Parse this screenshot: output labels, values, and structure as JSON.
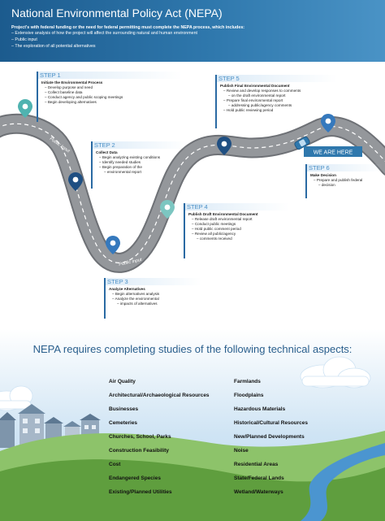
{
  "header": {
    "title": "National Environmental Policy Act (NEPA)",
    "intro": "Project's with federal funding or the need for federal permitting must complete the NEPA process, which includes:",
    "bullets": [
      "Extensive analysis of how the project will affect the surrounding natural and human environment",
      "Public input",
      "The exploration of all potential alternatives"
    ]
  },
  "road_labels": {
    "public_input_1": "Public Input",
    "public_input_2": "Public Input"
  },
  "we_are_here": "WE ARE HERE",
  "steps": [
    {
      "label": "STEP 1",
      "title": "Initiate the Environmental Process",
      "items": [
        "Develop purpose and need",
        "Collect baseline data",
        "Conduct agency and public scoping meetings",
        "Begin developing alternatives"
      ]
    },
    {
      "label": "STEP 2",
      "title": "Collect Data",
      "items": [
        "Begin analyzing existing conditions",
        "Identify needed studies",
        "Begin preparation of the",
        "environmental report"
      ]
    },
    {
      "label": "STEP 3",
      "title": "Analyze Alternatives",
      "items": [
        "Begin alternatives analysis",
        "Analyze the environmental",
        "impacts of alternatives"
      ]
    },
    {
      "label": "STEP 4",
      "title": "Publish Draft Environmental Document",
      "items": [
        "Release draft environmental report",
        "Conduct public meetings",
        "Hold public comment period",
        "Review all public/agency",
        "comments received"
      ]
    },
    {
      "label": "STEP 5",
      "title": "Publish Final Environmental Document",
      "items": [
        "Review and develop responses to comments",
        "on the draft environmental report",
        "Prepare final environmental report",
        "addressing public/agency comments",
        "Hold public reviewing period"
      ]
    },
    {
      "label": "STEP 6",
      "title": "Make Decision",
      "items": [
        "Prepare and publish federal",
        "decision"
      ]
    }
  ],
  "aspects_title": "NEPA requires completing studies of the following technical aspects:",
  "aspects_left": [
    "Air Quality",
    "Architectural/Archaeological Resources",
    "Businesses",
    "Cemeteries",
    "Churches, School, Parks",
    "Construction Feasibility",
    "Cost",
    "Endangered Species",
    "Existing/Planned Utilities"
  ],
  "aspects_right": [
    "Farmlands",
    "Floodplains",
    "Hazardous Materials",
    "Historical/Cultural Resources",
    "New/Planned Developments",
    "Noise",
    "Residential Areas",
    "State/Federal Lands",
    "Wetland/Waterways"
  ],
  "colors": {
    "header_blue": "#1c5b8e",
    "step_accent": "#2a6aa3",
    "road_gray": "#8c8f93",
    "pin_teal": "#4fb3b0",
    "pin_navy": "#1f4f82",
    "pin_blue": "#3579bd",
    "grass_green": "#6aa84f"
  }
}
